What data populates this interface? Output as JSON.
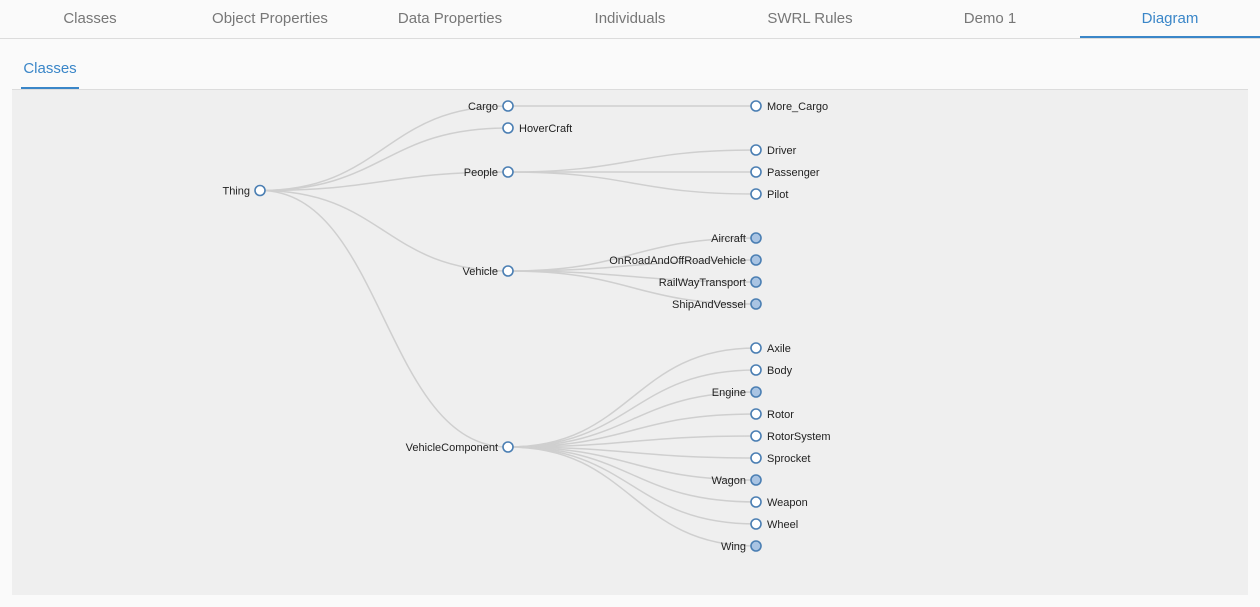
{
  "top_tabs": [
    {
      "label": "Classes",
      "active": false
    },
    {
      "label": "Object Properties",
      "active": false
    },
    {
      "label": "Data Properties",
      "active": false
    },
    {
      "label": "Individuals",
      "active": false
    },
    {
      "label": "SWRL Rules",
      "active": false
    },
    {
      "label": "Demo 1",
      "active": false
    },
    {
      "label": "Diagram",
      "active": true
    }
  ],
  "sub_tabs": [
    {
      "label": "Classes",
      "active": true
    }
  ],
  "colors": {
    "accent": "#3a86c8",
    "collapsed_fill": "#a9c4e3",
    "expanded_fill": "#ffffff",
    "node_stroke": "#4b7fb3",
    "link": "#cfcfcf",
    "canvas": "#efefef"
  },
  "tree": {
    "name": "Thing",
    "children": [
      {
        "name": "Cargo",
        "children": [
          {
            "name": "More_Cargo"
          }
        ]
      },
      {
        "name": "HoverCraft"
      },
      {
        "name": "People",
        "children": [
          {
            "name": "Driver"
          },
          {
            "name": "Passenger"
          },
          {
            "name": "Pilot"
          }
        ]
      },
      {
        "name": "Vehicle",
        "children": [
          {
            "name": "Aircraft",
            "collapsed": true
          },
          {
            "name": "OnRoadAndOffRoadVehicle",
            "collapsed": true
          },
          {
            "name": "RailWayTransport",
            "collapsed": true
          },
          {
            "name": "ShipAndVessel",
            "collapsed": true
          }
        ]
      },
      {
        "name": "VehicleComponent",
        "children": [
          {
            "name": "Axile"
          },
          {
            "name": "Body"
          },
          {
            "name": "Engine",
            "collapsed": true
          },
          {
            "name": "Rotor"
          },
          {
            "name": "RotorSystem"
          },
          {
            "name": "Sprocket"
          },
          {
            "name": "Wagon",
            "collapsed": true
          },
          {
            "name": "Weapon"
          },
          {
            "name": "Wheel"
          },
          {
            "name": "Wing",
            "collapsed": true
          }
        ]
      }
    ]
  }
}
